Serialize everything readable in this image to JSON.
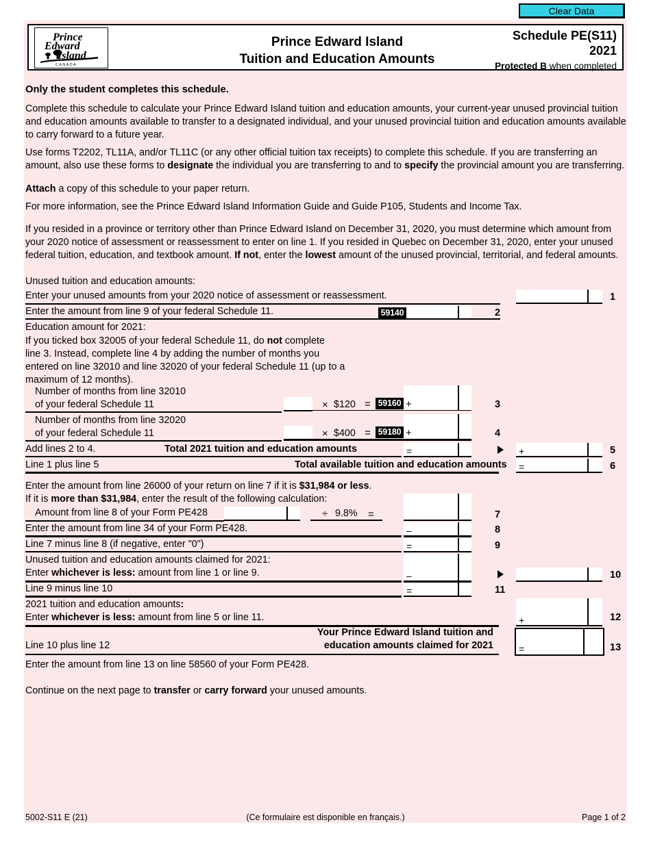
{
  "toolbar": {
    "clear_data_label": "Clear Data"
  },
  "header": {
    "logo_line1": "Prince",
    "logo_line2": "Edward",
    "logo_line3": "Island",
    "logo_country": "C A N A D A",
    "title_line1": "Prince Edward Island",
    "title_line2": "Tuition and Education Amounts",
    "schedule": "Schedule PE(S11)",
    "year": "2021",
    "protected_bold": "Protected B",
    "protected_rest": " when completed"
  },
  "intro": {
    "heading": "Only the student completes this schedule.",
    "p1": "Complete this schedule to calculate your Prince Edward Island tuition and education amounts, your current-year unused provincial tuition and education amounts available to transfer to a designated individual, and your unused provincial tuition and education amounts available to carry forward to a future year.",
    "p2_a": "Use forms T2202, TL11A, and/or TL11C (or any other official tuition tax receipts) to complete this schedule. If you are transferring an amount, also use these forms to ",
    "p2_b": "designate",
    "p2_c": " the individual you are transferring to and to ",
    "p2_d": "specify",
    "p2_e": " the provincial amount you are transferring.",
    "p3_a": "Attach",
    "p3_b": " a copy of this schedule to your paper return.",
    "p4": "For more information, see the Prince Edward Island Information Guide and Guide P105, Students and Income Tax.",
    "p5_a": "If you resided in a province or territory other than Prince Edward Island on December 31, 2020, you must determine which amount from your 2020 notice of assessment or reassessment to enter on line 1. If you resided in Quebec on December 31, 2020, enter your unused federal tuition, education, and textbook amount. ",
    "p5_b": "If not",
    "p5_c": ", enter the ",
    "p5_d": "lowest",
    "p5_e": " amount of the unused provincial, territorial, and federal amounts."
  },
  "lines": {
    "unused_header": "Unused tuition and education amounts:",
    "l1_label": "Enter your unused amounts from your 2020 notice of assessment or reassessment.",
    "l1_no": "1",
    "l2_label": "Enter the amount from line 9 of your federal Schedule 11.",
    "l2_code": "59140",
    "l2_no": "2",
    "edu_header": "Education amount for 2021:",
    "edu_note_1a": "If you ticked box 32005 of your federal Schedule 11, do ",
    "edu_note_1b": "not",
    "edu_note_1c": " complete",
    "edu_note_2": "line 3. Instead, complete line 4 by adding the number of months you",
    "edu_note_3": "entered on line 32010 and line 32020 of your federal Schedule 11 (up to a",
    "edu_note_4": "maximum of 12 months).",
    "l3_label_1": "Number of months from line 32010",
    "l3_label_2": "of your federal Schedule 11",
    "l3_mult": "×",
    "l3_rate": "$120",
    "l3_eq": "=",
    "l3_code": "59160",
    "l3_plus": "+",
    "l3_no": "3",
    "l4_label_1": "Number of months from line 32020",
    "l4_label_2": "of your federal Schedule 11",
    "l4_mult": "×",
    "l4_rate": "$400",
    "l4_eq": "=",
    "l4_code": "59180",
    "l4_plus": "+",
    "l4_no": "4",
    "l5_label": "Add lines 2 to 4.",
    "l5_title": "Total 2021 tuition and education amounts",
    "l5_eq": "=",
    "l5_plus": "+",
    "l5_no": "5",
    "l6_label": "Line 1 plus line 5",
    "l6_title": "Total available tuition and education amounts",
    "l6_eq": "=",
    "l6_no": "6",
    "l7_note_1a": "Enter the amount from line 26000 of your return on line 7 if it is ",
    "l7_note_1b": "$31,984 or less",
    "l7_note_1c": ".",
    "l7_note_2a": "If it is ",
    "l7_note_2b": "more than $31,984",
    "l7_note_2c": ", enter the result of the following calculation:",
    "l7_label": "Amount from line 8 of your Form PE428",
    "l7_div": "÷",
    "l7_pct": "9.8%",
    "l7_eq": "=",
    "l7_no": "7",
    "l8_label": "Enter the amount from line 34 of your Form PE428.",
    "l8_minus": "–",
    "l8_no": "8",
    "l9_label": "Line 7 minus line 8 (if negative, enter \"0\")",
    "l9_eq": "=",
    "l9_no": "9",
    "l10_label_1": "Unused tuition and education amounts claimed for 2021:",
    "l10_label_2a": "Enter ",
    "l10_label_2b": "whichever is less:",
    "l10_label_2c": " amount from line 1 or line 9.",
    "l10_minus": "–",
    "l10_no": "10",
    "l11_label": "Line 9 minus line 10",
    "l11_eq": "=",
    "l11_no": "11",
    "l12_label_1a": "2021 tuition and education amounts",
    "l12_label_1b": ":",
    "l12_label_2a": "Enter ",
    "l12_label_2b": "whichever is less:",
    "l12_label_2c": " amount from line 5 or line 11.",
    "l12_plus": "+",
    "l12_no": "12",
    "l13_label": "Line 10 plus line 12",
    "l13_title_1": "Your Prince Edward Island tuition and",
    "l13_title_2": "education amounts claimed for 2021",
    "l13_eq": "=",
    "l13_no": "13",
    "closing_1": "Enter the amount from line 13 on line 58560 of your Form PE428.",
    "closing_2a": "Continue on the next page to ",
    "closing_2b": "transfer",
    "closing_2c": " or ",
    "closing_2d": "carry forward",
    "closing_2e": " your unused amounts."
  },
  "fields": {
    "l1_value": "",
    "l2_value": "",
    "l3_months": "",
    "l3_product": "",
    "l4_months": "",
    "l4_product": "",
    "l5_value": "",
    "l5_carry": "",
    "l6_value": "",
    "l7_pe428": "",
    "l7_value": "",
    "l8_value": "",
    "l9_value": "",
    "l10_value": "",
    "l10_carry": "",
    "l11_value": "",
    "l12_value": "",
    "l13_value": ""
  },
  "footer": {
    "form_id": "5002-S11 E (21)",
    "french_note": "(Ce formulaire est disponible en français.)",
    "page": "Page 1 of 2"
  },
  "colors": {
    "page_background": "#fce8e8",
    "button_accent": "#35d0e3",
    "ink": "#000000"
  }
}
